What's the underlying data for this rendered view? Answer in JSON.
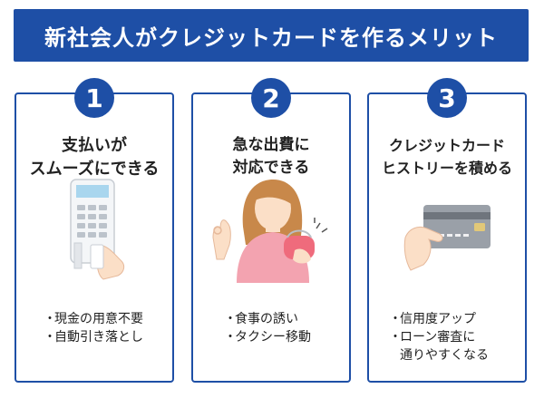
{
  "title": "新社会人がクレジットカードを作るメリット",
  "cards": [
    {
      "number": "1",
      "heading": [
        "支払いが",
        "スムーズにできる"
      ],
      "bullets": [
        "現金の用意不要",
        "自動引き落とし"
      ],
      "illustration": "payment-terminal-icon"
    },
    {
      "number": "2",
      "heading": [
        "急な出費に",
        "対応できる"
      ],
      "bullets": [
        "食事の誘い",
        "タクシー移動"
      ],
      "illustration": "woman-with-wallet-icon"
    },
    {
      "number": "3",
      "heading": [
        "クレジットカード",
        "ヒストリーを積める"
      ],
      "bullets": [
        "信用度アップ",
        "ローン審査に",
        "通りやすくなる"
      ],
      "illustration": "hand-holding-card-icon"
    }
  ],
  "colors": {
    "accent": "#1e4fa6",
    "skin": "#fbdfc7",
    "pink": "#f3a3b0",
    "hair": "#c8884a"
  }
}
